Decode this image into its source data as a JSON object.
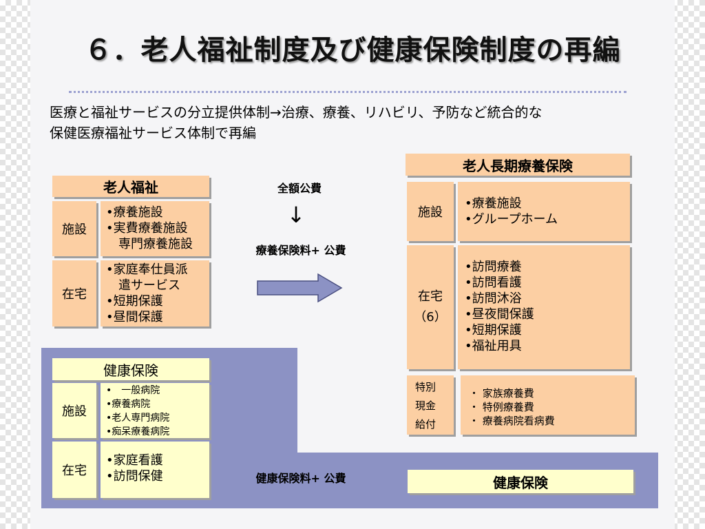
{
  "title": "６．老人福祉制度及び健康保険制度の再編",
  "intro": {
    "line1": "医療と福祉サービスの分立提供体制→治療、療養、リハビリ、予防など統合的な",
    "line2": "保健医療福祉サービス体制で再編"
  },
  "welfare": {
    "header": "老人福祉",
    "facility_label": "施設",
    "facility_items": [
      "•療養施設",
      "•実費療養施設",
      "　専門療養施設"
    ],
    "home_label": "在宅",
    "home_items": [
      "•家庭奉仕員派",
      "　遣サービス",
      "•短期保護",
      "•昼間保護"
    ]
  },
  "center": {
    "funding_top": "全額公費",
    "down_arrow": "↓",
    "funding_mid": "療養保険料+ 公費",
    "funding_bottom": "健康保険料+ 公費"
  },
  "health": {
    "header": "健康保険",
    "facility_label": "施設",
    "facility_items": [
      "•　一般病院",
      "•療養病院",
      "•老人専門病院",
      "•痴呆療養病院"
    ],
    "home_label": "在宅",
    "home_items": [
      "•家庭看護",
      "•訪問保健"
    ]
  },
  "ltc": {
    "header": "老人長期療養保険",
    "facility_label": "施設",
    "facility_items": [
      "•療養施設",
      "•グループホーム"
    ],
    "home_label_1": "在宅",
    "home_label_2": "（6）",
    "home_items": [
      "•訪問療養",
      "•訪問看護",
      "•訪問沐浴",
      "•昼夜間保護",
      "•短期保護",
      "•福祉用具"
    ],
    "cash_label": [
      "特別",
      "現金",
      "給付"
    ],
    "cash_items": [
      "・ 家族療養費",
      "・ 特例療養費",
      "・ 療養病院看病費"
    ],
    "health_insurance": "健康保険"
  },
  "colors": {
    "band": "#8c92c4",
    "box": "#fccfa3",
    "header_cream": "#ffffcc",
    "arrow": "#8c92c4"
  }
}
